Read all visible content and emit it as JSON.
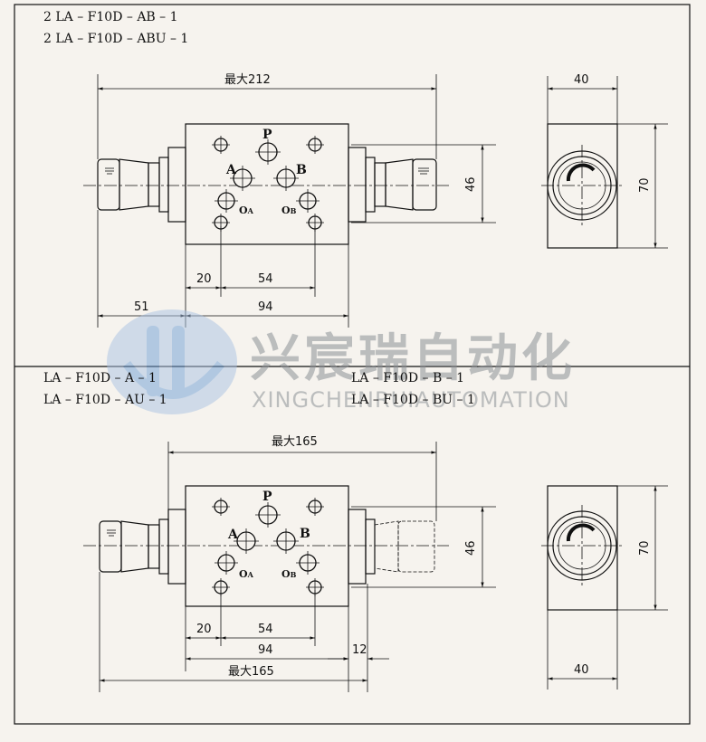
{
  "top": {
    "models": [
      "2 LA  –  F10D  –  AB  –  1",
      "2 LA  –  F10D  –  ABU  –  1"
    ],
    "dims": {
      "overall": "最大212",
      "d20": "20",
      "d54": "54",
      "d51": "51",
      "d94": "94",
      "d46": "46",
      "side_width": "40",
      "side_height": "70"
    }
  },
  "bottom": {
    "models_left": [
      "LA  –  F10D  –  A  –  1",
      "LA  –  F10D  –  AU  –  1"
    ],
    "models_right": [
      "LA  –  F10D  –  B  –  1",
      "LA  –  F10D  –  BU  –  1"
    ],
    "dims": {
      "overall_top": "最大165",
      "d20": "20",
      "d54": "54",
      "d94": "94",
      "d12": "12",
      "overall_bottom": "最大165",
      "d46": "46",
      "side_width": "40",
      "side_height": "70"
    }
  },
  "ports": {
    "P": "P",
    "A": "A",
    "B": "B",
    "OA": "O",
    "OA_sub": "A",
    "OB": "O",
    "OB_sub": "B"
  },
  "watermark": {
    "cn": "兴宸瑞自动化",
    "en": "XINGCHENRUIAUTOMATION"
  }
}
